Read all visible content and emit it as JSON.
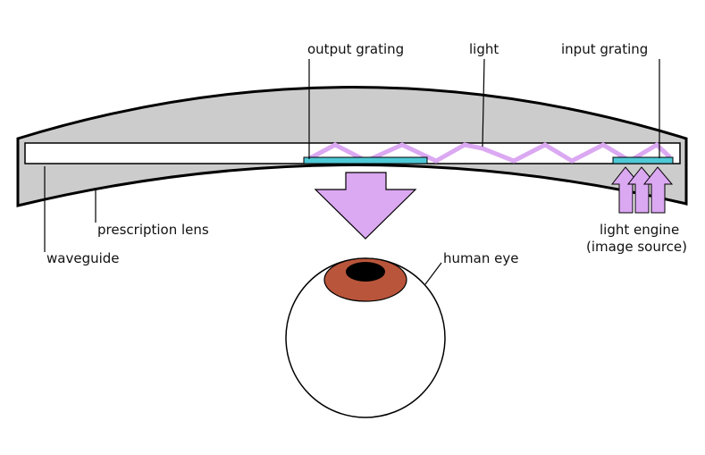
{
  "labels": {
    "output_grating": "output grating",
    "light": "light",
    "input_grating": "input grating",
    "prescription_lens": "prescription lens",
    "waveguide": "waveguide",
    "light_engine_line1": "light engine",
    "light_engine_line2": "(image source)",
    "human_eye": "human eye"
  },
  "colors": {
    "lens_fill": "#cccccc",
    "waveguide_fill": "#ffffff",
    "grating_fill": "#4ec9d6",
    "light_path": "#dba8f2",
    "arrow_fill": "#dba8f2",
    "iris": "#b9553b",
    "pupil": "#000000",
    "outline": "#000000"
  },
  "icons": {
    "output_arrow": "down-arrow",
    "light_engine_arrows": "up-arrows"
  }
}
